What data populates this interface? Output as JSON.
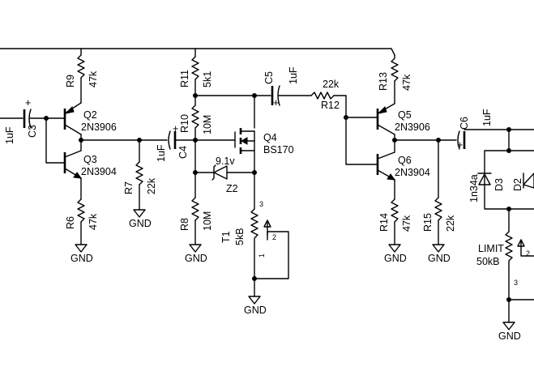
{
  "components": {
    "C3": {
      "ref": "C3",
      "value": "1uF"
    },
    "C4": {
      "ref": "C4",
      "value": "1uF"
    },
    "C5": {
      "ref": "C5",
      "value": "1uF"
    },
    "C6": {
      "ref": "C6",
      "value": "1uF"
    },
    "R6": {
      "ref": "R6",
      "value": "47k"
    },
    "R7": {
      "ref": "R7",
      "value": "22k"
    },
    "R8": {
      "ref": "R8",
      "value": "10M"
    },
    "R9": {
      "ref": "R9",
      "value": "47k"
    },
    "R10": {
      "ref": "R10",
      "value": "10M"
    },
    "R11": {
      "ref": "R11",
      "value": "5k1"
    },
    "R12": {
      "ref": "R12",
      "value": "22k"
    },
    "R13": {
      "ref": "R13",
      "value": "47k"
    },
    "R14": {
      "ref": "R14",
      "value": "47k"
    },
    "R15": {
      "ref": "R15",
      "value": "22k"
    },
    "Q2": {
      "ref": "Q2",
      "value": "2N3906"
    },
    "Q3": {
      "ref": "Q3",
      "value": "2N3904"
    },
    "Q4": {
      "ref": "Q4",
      "value": "BS170"
    },
    "Q5": {
      "ref": "Q5",
      "value": "2N3906"
    },
    "Q6": {
      "ref": "Q6",
      "value": "2N3904"
    },
    "Z2": {
      "ref": "Z2",
      "value": "9.1v"
    },
    "T1": {
      "ref": "T1",
      "value": "5kB",
      "pin1": "1",
      "pin2": "2",
      "pin3": "3"
    },
    "D3": {
      "ref": "D3",
      "value": "1n34a"
    },
    "D2": {
      "ref": "D2"
    },
    "LIMIT": {
      "ref": "LIMIT",
      "value": "50kB",
      "pin2": "2",
      "pin3": "3"
    },
    "plus": "+"
  },
  "gnd_label": "GND"
}
